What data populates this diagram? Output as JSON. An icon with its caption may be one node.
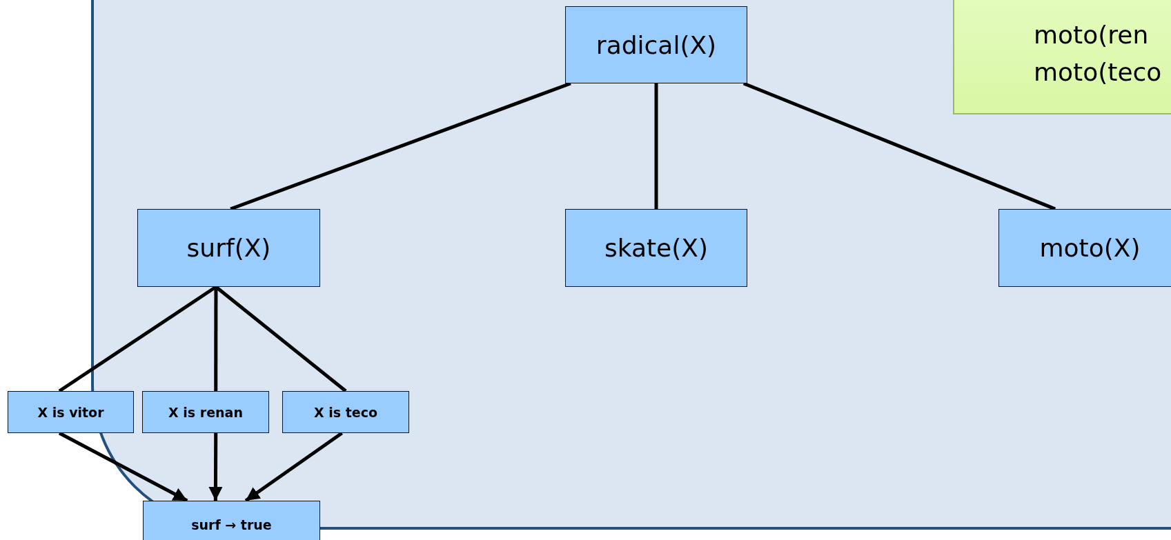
{
  "diagram": {
    "nodes": [
      {
        "text": [
          "radical(X)"
        ]
      },
      {
        "text": [
          "moto(ren",
          "moto(teco"
        ]
      },
      {
        "text": [
          "surf(X)"
        ]
      },
      {
        "text": [
          "skate(X)"
        ]
      },
      {
        "text": [
          "moto(X)"
        ]
      },
      {
        "text": [
          "X is vitor"
        ]
      },
      {
        "text": [
          "X is renan"
        ]
      },
      {
        "text": [
          "X is teco"
        ]
      },
      {
        "text": [
          "surf → true"
        ]
      }
    ],
    "edges": [
      {
        "from": 0,
        "to": 2,
        "arrow": "none"
      },
      {
        "from": 0,
        "to": 3,
        "arrow": "none"
      },
      {
        "from": 0,
        "to": 4,
        "arrow": "none"
      },
      {
        "from": 2,
        "to": 5,
        "arrow": "none"
      },
      {
        "from": 2,
        "to": 6,
        "arrow": "none"
      },
      {
        "from": 2,
        "to": 7,
        "arrow": "none"
      },
      {
        "from": 5,
        "to": 8,
        "arrow": "to"
      },
      {
        "from": 6,
        "to": 8,
        "arrow": "to"
      },
      {
        "from": 7,
        "to": 8,
        "arrow": "to"
      }
    ]
  }
}
